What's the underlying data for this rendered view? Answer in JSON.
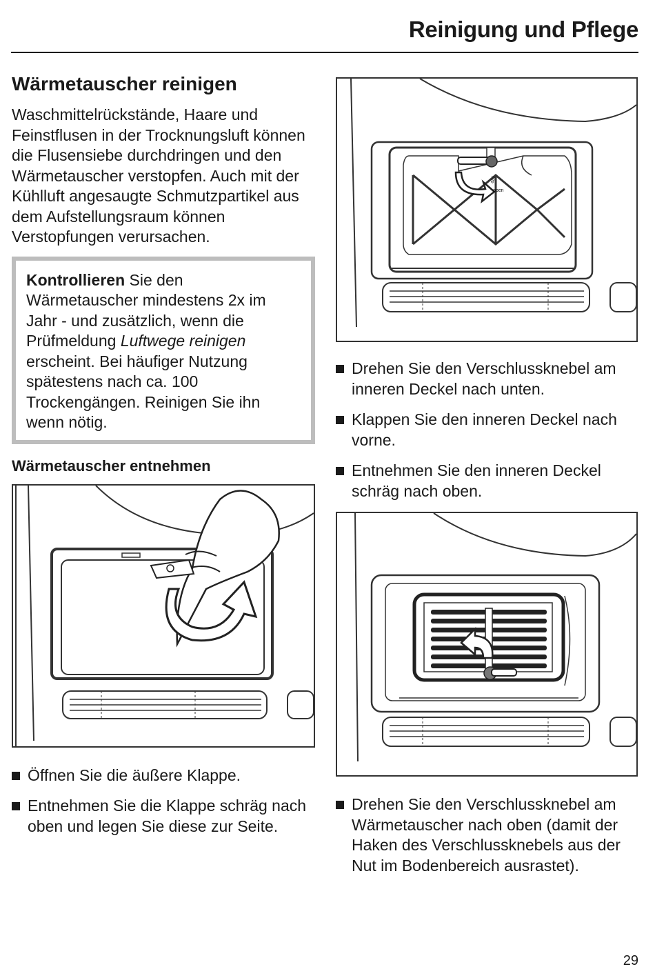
{
  "header": {
    "title": "Reinigung und Pflege"
  },
  "section": {
    "title": "Wärmetauscher reinigen",
    "intro": "Waschmittelrückstände, Haare und Feinstflusen in der Trocknungsluft können die Flusensiebe durchdringen und den Wärmetauscher verstopfen. Auch mit der Kühlluft angesaugte Schmutzpartikel aus dem Aufstellungsraum können Verstopfungen verursachen."
  },
  "note": {
    "bold": "Kontrollieren",
    "text1": " Sie den Wärmetauscher mindestens 2x im Jahr - und zusätzlich, wenn die Prüfmeldung ",
    "italic": "Luftwege reinigen",
    "text2": " erscheint. Bei häufiger Nutzung spätestens nach ca. 100 Trockengängen. Reinigen Sie ihn wenn nötig."
  },
  "subsection": {
    "title": "Wärmetauscher entnehmen"
  },
  "left_steps": [
    "Öffnen Sie die äußere Klappe.",
    "Entnehmen Sie die Klappe schräg nach oben und legen Sie diese zur Seite."
  ],
  "right_steps_a": [
    "Drehen Sie den Verschlussknebel am inneren Deckel nach unten.",
    "Klappen Sie den inneren Deckel nach vorne.",
    "Entnehmen Sie den inneren Deckel schräg nach oben."
  ],
  "right_steps_b": [
    "Drehen Sie den Verschlussknebel am Wärmetauscher nach oben (damit der Haken des Verschlussknebels aus der Nut im Bodenbereich ausrastet)."
  ],
  "figure_labels": {
    "knob_top": "auf",
    "knob_bottom": "open"
  },
  "page_number": "29"
}
